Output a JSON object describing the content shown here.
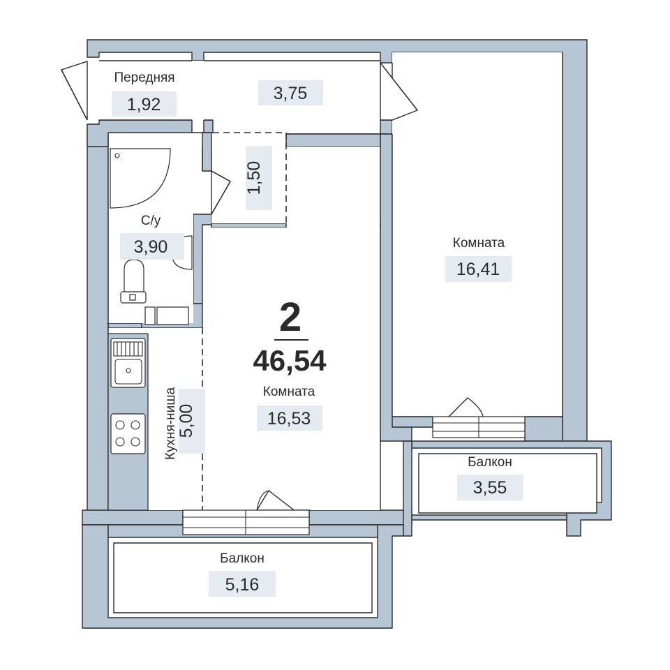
{
  "plan": {
    "rooms_count": "2",
    "total_area": "46,54",
    "rooms": {
      "perednyaya": {
        "name": "Передняя",
        "area": "1,92"
      },
      "hall": {
        "area": "3,75"
      },
      "corridor": {
        "area": "1,50"
      },
      "bathroom": {
        "name": "С/у",
        "area": "3,90"
      },
      "kitchen": {
        "name": "Кухня-ниша",
        "area": "5,00"
      },
      "room_center": {
        "name": "Комната",
        "area": "16,53"
      },
      "room_right": {
        "name": "Комната",
        "area": "16,41"
      },
      "balcony_right": {
        "name": "Балкон",
        "area": "3,55"
      },
      "balcony_bottom": {
        "name": "Балкон",
        "area": "5,16"
      }
    },
    "colors": {
      "wall": "#b7c6d4",
      "label_bg": "#e6ebf1",
      "line": "#2a2a2a"
    }
  }
}
